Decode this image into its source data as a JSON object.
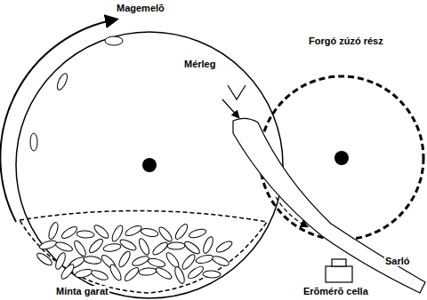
{
  "diagram": {
    "labels": [
      "Magemelõ",
      "Forgó zúzó rész",
      "Mérleg",
      "Minta garat",
      "Erõmérõ cella",
      "Sarló"
    ]
  }
}
